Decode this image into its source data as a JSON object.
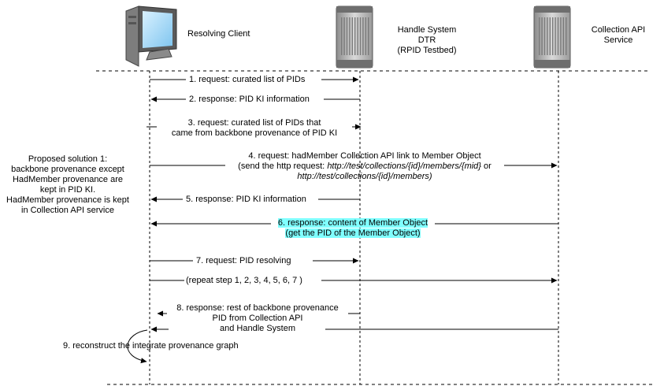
{
  "actors": {
    "client": {
      "label": "Resolving Client",
      "icon": "computer-icon"
    },
    "dtr": {
      "label_lines": [
        "Handle System",
        "DTR",
        "(RPID Testbed)"
      ],
      "icon": "server-icon"
    },
    "collection": {
      "label_lines": [
        "Collection API",
        "Service"
      ],
      "icon": "server-icon"
    }
  },
  "note": {
    "lines": [
      "Proposed solution 1:",
      "backbone provenance except",
      "HadMember provenance are",
      "kept in PID KI.",
      "HadMember provenance is kept",
      "in Collection API service"
    ]
  },
  "messages": {
    "m1": "1. request: curated list of PIDs",
    "m2": "2. response: PID KI information",
    "m3a": "3. request: curated list of PIDs that",
    "m3b": "came from backbone provenance of PID KI",
    "m4a": "4. request: hadMember Collection API link to Member Object",
    "m4b_pre": "(send the http request: ",
    "m4b_url1": "http://test/collections/{id}/members/{mid}",
    "m4b_or": " or",
    "m4c_url2": "http://test/collections/{id}/members)",
    "m5": "5. response: PID KI information",
    "m6a": "6. response: content of Member Object",
    "m6b": "(get the PID of the Member Object)",
    "m7": "7. request: PID resolving",
    "m_repeat": "(repeat step 1, 2, 3, 4, 5, 6, 7 )",
    "m8a": "8. response: rest of backbone provenance",
    "m8b": "PID from Collection API",
    "m8c": "and Handle System",
    "m9": "9. reconstruct the integrate provenance graph"
  },
  "colors": {
    "line": "#000000",
    "highlight": "#80ffff",
    "server_body": "#bdbdbd"
  }
}
